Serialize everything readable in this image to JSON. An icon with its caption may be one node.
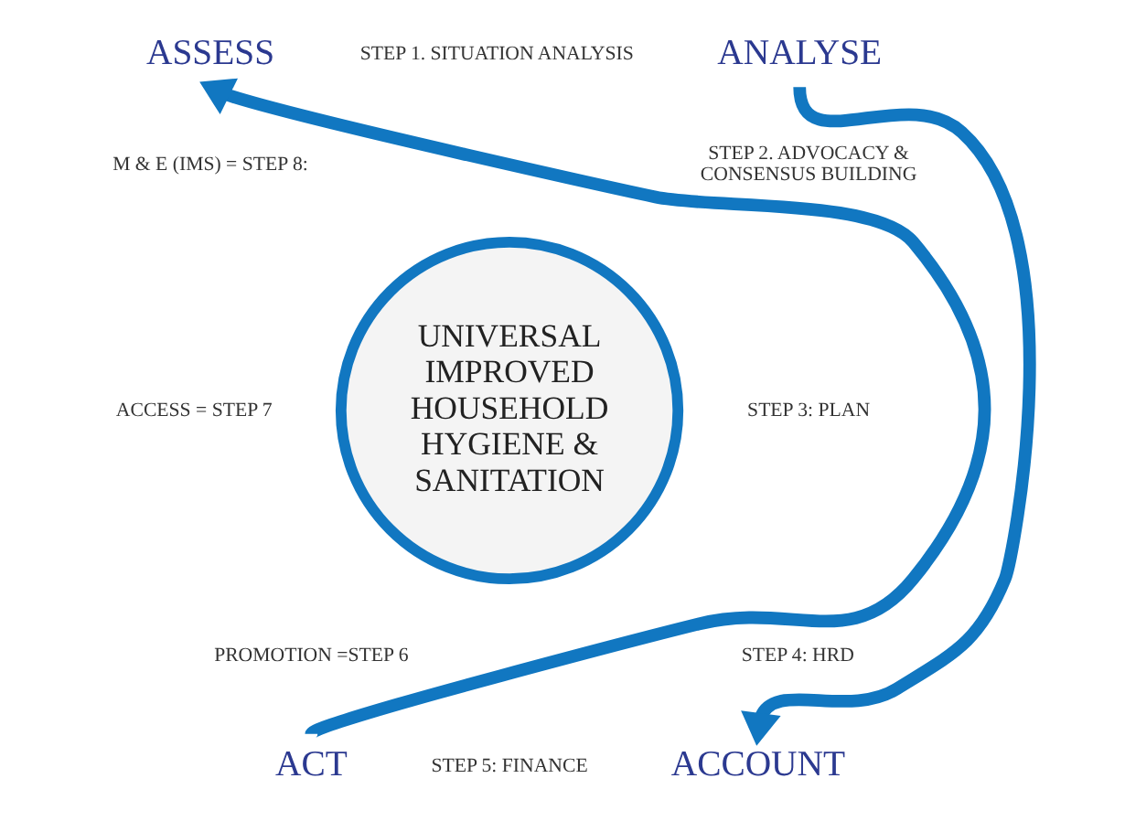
{
  "diagram": {
    "nodes": [
      {
        "text": [
          "ASSESS"
        ]
      },
      {
        "text": [
          "ANALYSE"
        ]
      },
      {
        "text": [
          "UNIVERSAL IMPROVED HOUSEHOLD HYGIENE & SANITATION"
        ]
      },
      {
        "text": [
          "ACT"
        ]
      },
      {
        "text": [
          "ACCOUNT"
        ]
      }
    ],
    "edges": [
      {
        "from": 1,
        "to": 4,
        "arrow": "to"
      },
      {
        "from": 3,
        "to": 0,
        "arrow": "to"
      }
    ],
    "labels": [
      "STEP 1. SITUATION ANALYSIS",
      "M & E (IMS) = STEP 8:",
      "STEP 2. ADVOCACY & CONSENSUS BUILDING",
      "ACCESS = STEP 7",
      "STEP 3: PLAN",
      "PROMOTION =STEP 6",
      "STEP 4: HRD",
      "STEP 5: FINANCE"
    ]
  }
}
